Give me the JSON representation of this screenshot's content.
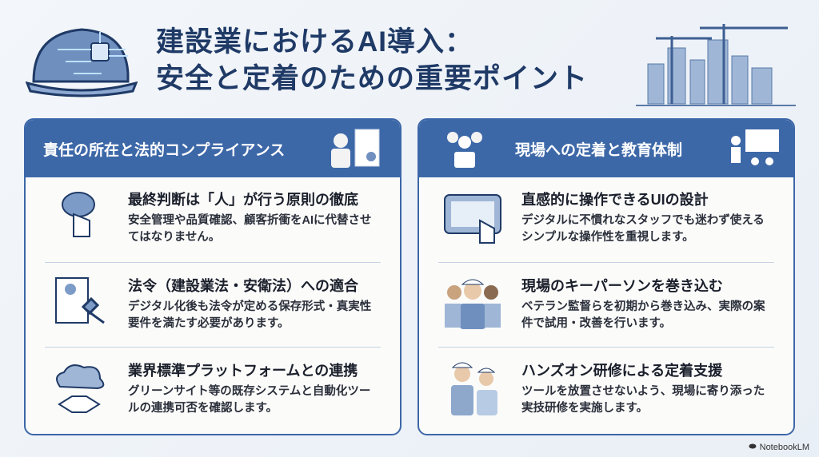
{
  "title": {
    "line1": "建設業におけるAI導入：",
    "line2": "安全と定着のための重要ポイント"
  },
  "left": {
    "header": "責任の所在と法的コンプライアンス",
    "items": [
      {
        "title": "最終判断は「人」が行う原則の徹底",
        "body": "安全管理や品質確認、顧客折衝をAIに代替させてはなりません。",
        "icon": "brain-hand-icon"
      },
      {
        "title": "法令（建設業法・安衛法）への適合",
        "body": "デジタル化後も法令が定める保存形式・真実性要件を満たす必要があります。",
        "icon": "document-gavel-icon"
      },
      {
        "title": "業界標準プラットフォームとの連携",
        "body": "グリーンサイト等の既存システムと自動化ツールの連携可否を確認します。",
        "icon": "cloud-handshake-icon"
      }
    ]
  },
  "right": {
    "header": "現場への定着と教育体制",
    "items": [
      {
        "title": "直感的に操作できるUIの設計",
        "body": "デジタルに不慣れなスタッフでも迷わず使えるシンプルな操作性を重視します。",
        "icon": "tablet-touch-icon"
      },
      {
        "title": "現場のキーパーソンを巻き込む",
        "body": "ベテラン監督らを初期から巻き込み、実際の案件で試用・改善を行います。",
        "icon": "workers-group-icon"
      },
      {
        "title": "ハンズオン研修による定着支援",
        "body": "ツールを放置させないよう、現場に寄り添った実技研修を実施します。",
        "icon": "workers-training-icon"
      }
    ]
  },
  "brand": "NotebookLM",
  "colors": {
    "accent": "#3d68a8",
    "title": "#1f3a66"
  }
}
